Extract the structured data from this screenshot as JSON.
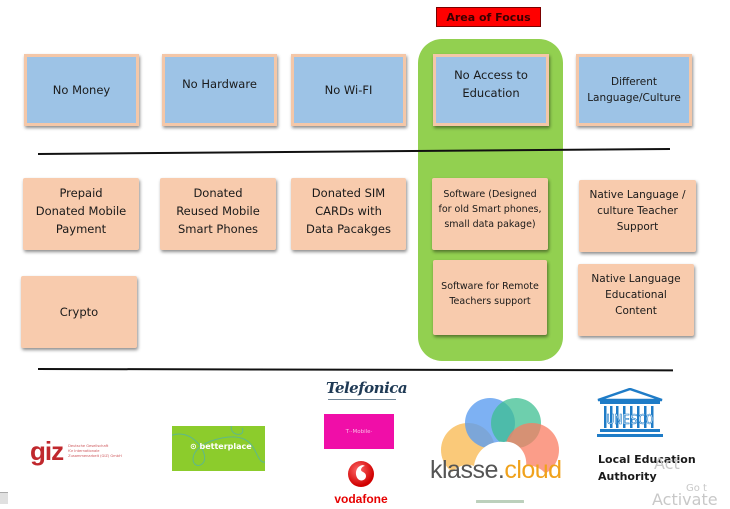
{
  "focus": {
    "label": "Area of Focus",
    "label_color": "#ff0000",
    "column_color": "#92d050"
  },
  "problems": [
    {
      "id": "no-money",
      "label": "No Money"
    },
    {
      "id": "no-hardware",
      "label": "No Hardware"
    },
    {
      "id": "no-wifi",
      "label": "No Wi-FI"
    },
    {
      "id": "no-access-education",
      "label": "No Access to\nEducation"
    },
    {
      "id": "different-language",
      "label": "Different\nLanguage/Culture"
    }
  ],
  "solutions": [
    {
      "id": "prepaid-mobile-payment",
      "label": "Prepaid\nDonated Mobile\nPayment"
    },
    {
      "id": "crypto",
      "label": "Crypto"
    },
    {
      "id": "reused-smart-phones",
      "label": "Donated\nReused Mobile\nSmart Phones"
    },
    {
      "id": "sim-cards",
      "label": "Donated SIM\nCARDs with\nData Pacakges"
    },
    {
      "id": "software-old-phones",
      "label": "Software (Designed\nfor old Smart phones,\nsmall data pakage)"
    },
    {
      "id": "software-remote-teachers",
      "label": "Software for Remote\nTeachers support"
    },
    {
      "id": "native-teacher-support",
      "label": "Native Language /\nculture Teacher\nSupport"
    },
    {
      "id": "native-educational-content",
      "label": "Native Language\nEducational\nContent"
    }
  ],
  "partners": {
    "giz": {
      "mark": "giz",
      "text": "Deutsche Gesellschaft\nfür Internationale\nZusammenarbeit (GIZ) GmbH"
    },
    "betterplace": {
      "text": "betterplace"
    },
    "telefonica": {
      "text": "Telefonica"
    },
    "tmobile": {
      "text": "T··Mobile·"
    },
    "vodafone": {
      "text": "vodafone"
    },
    "klasse_cloud": {
      "text_main": "klasse.",
      "text_accent": "cloud"
    },
    "unesco": {
      "text": "UNESCO"
    },
    "local_authority": {
      "text": "Local Education\nAuthority"
    }
  },
  "overlay": {
    "watermark_line1": "Act",
    "watermark_line2": "Go t",
    "watermark_line3": "Activate"
  },
  "colors": {
    "problem_fill": "#9dc3e6",
    "problem_border": "#f4c7a8",
    "solution_fill": "#f8cbad",
    "tmobile_magenta": "#f00ea8",
    "vodafone_red": "#e60000",
    "giz_red": "#c0282d",
    "unesco_blue": "#1f7cc7"
  }
}
